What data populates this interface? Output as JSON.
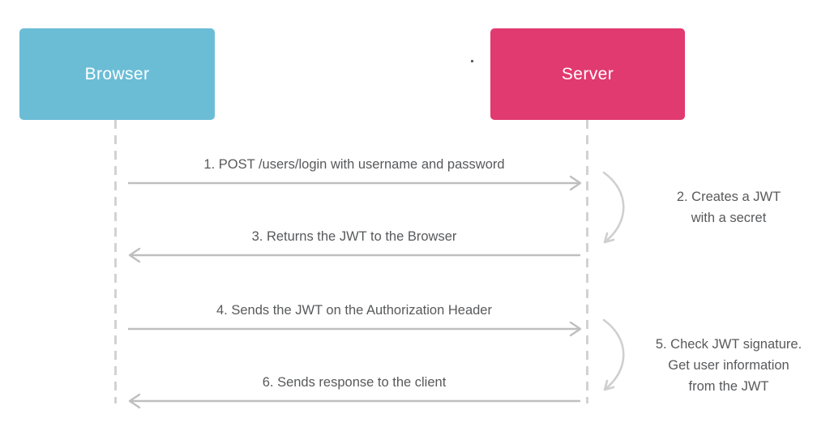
{
  "diagram": {
    "title": "JWT authentication sequence diagram",
    "background_color": "#FFFFFF",
    "line_color": "#BFBFBF",
    "lifeline_color": "#D2D2D2",
    "text_color": "#58595B"
  },
  "actors": [
    {
      "id": "browser",
      "label": "Browser",
      "color": "#6BBDD6",
      "label_color": "#FFFFFF"
    },
    {
      "id": "server",
      "label": "Server",
      "color": "#E13A70",
      "label_color": "#FFFFFF"
    }
  ],
  "messages": [
    {
      "step": "1",
      "label": "1. POST /users/login with username and password",
      "from": "browser",
      "to": "server",
      "direction": "right"
    },
    {
      "step": "3",
      "label": "3. Returns the JWT to the Browser",
      "from": "server",
      "to": "browser",
      "direction": "left"
    },
    {
      "step": "4",
      "label": "4. Sends the JWT on the Authorization Header",
      "from": "browser",
      "to": "server",
      "direction": "right"
    },
    {
      "step": "6",
      "label": "6. Sends response to the client",
      "from": "server",
      "to": "browser",
      "direction": "left"
    }
  ],
  "self_calls": [
    {
      "step": "2",
      "actor": "server",
      "lines": [
        "2. Creates a JWT",
        "with a secret"
      ]
    },
    {
      "step": "5",
      "actor": "server",
      "lines": [
        "5. Check JWT signature.",
        "Get user information",
        "from the JWT"
      ]
    }
  ]
}
